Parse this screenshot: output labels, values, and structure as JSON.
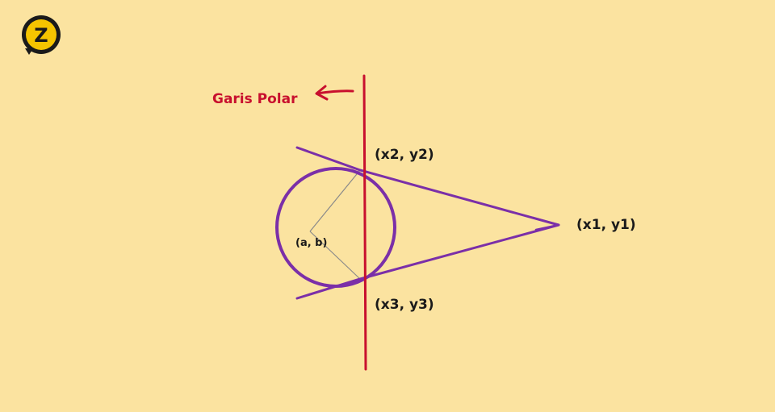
{
  "logo": {
    "letter": "Z",
    "icon": "zenius-logo-icon",
    "colors": {
      "circle": "#F5C400",
      "ring": "#1A1A1A"
    }
  },
  "diagram": {
    "polar_line_label": "Garis Polar",
    "center_label": "(a, b)",
    "point_external": "(x1, y1)",
    "point_tangent_upper": "(x2, y2)",
    "point_tangent_lower": "(x3, y3)",
    "colors": {
      "background": "#FBE3A0",
      "polar": "#C8102E",
      "circle": "#7B2FA8",
      "radius": "#8A8A8A",
      "text": "#1A1A1A"
    }
  }
}
